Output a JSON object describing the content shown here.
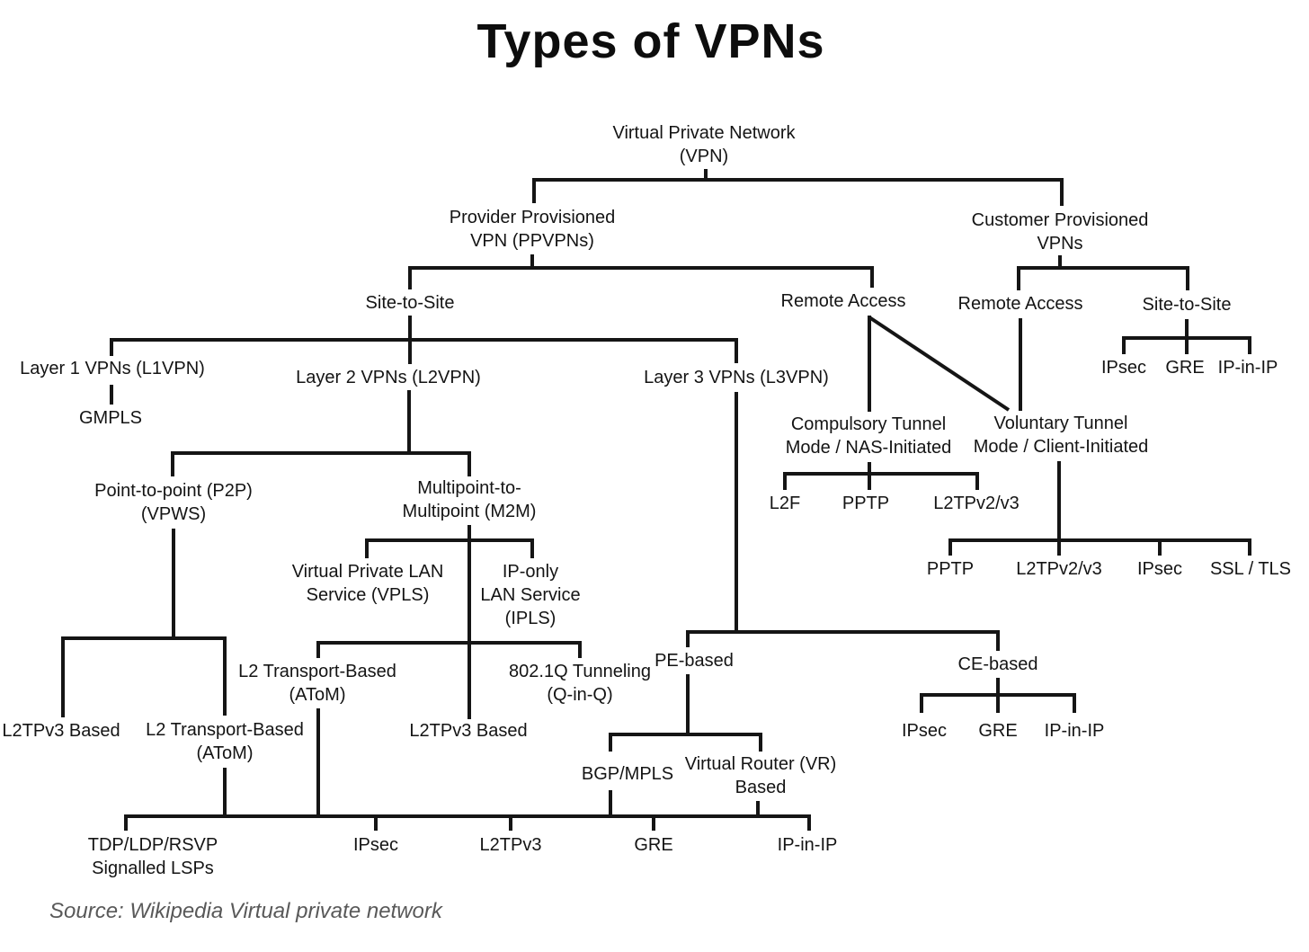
{
  "title": "Types of VPNs",
  "source_note": "Source: Wikipedia Virtual private network",
  "colors": {
    "line": "#151515",
    "text": "#141414",
    "source_text": "#595959",
    "background": "#ffffff"
  },
  "nodes": {
    "vpn": {
      "lines": [
        "Virtual Private Network",
        "(VPN)"
      ]
    },
    "provider_provisioned": {
      "lines": [
        "Provider Provisioned",
        "VPN (PPVPNs)"
      ]
    },
    "customer_provisioned": {
      "lines": [
        "Customer Provisioned",
        "VPNs"
      ]
    },
    "site_to_site_provider": {
      "lines": [
        "Site-to-Site"
      ]
    },
    "remote_access_provider": {
      "lines": [
        "Remote Access"
      ]
    },
    "remote_access_customer": {
      "lines": [
        "Remote Access"
      ]
    },
    "site_to_site_customer": {
      "lines": [
        "Site-to-Site"
      ]
    },
    "layer1": {
      "lines": [
        "Layer 1 VPNs (L1VPN)"
      ]
    },
    "layer2": {
      "lines": [
        "Layer 2 VPNs (L2VPN)"
      ]
    },
    "layer3": {
      "lines": [
        "Layer 3 VPNs (L3VPN)"
      ]
    },
    "gmpls": {
      "lines": [
        "GMPLS"
      ]
    },
    "p2p": {
      "lines": [
        "Point-to-point (P2P)",
        "(VPWS)"
      ]
    },
    "m2m": {
      "lines": [
        "Multipoint-to-",
        "Multipoint (M2M)"
      ]
    },
    "compulsory": {
      "lines": [
        "Compulsory Tunnel",
        "Mode / NAS-Initiated"
      ]
    },
    "voluntary": {
      "lines": [
        "Voluntary Tunnel",
        "Mode / Client-Initiated"
      ]
    },
    "vpls": {
      "lines": [
        "Virtual Private LAN",
        "Service (VPLS)"
      ]
    },
    "ipls": {
      "lines": [
        "IP-only",
        "LAN Service",
        "(IPLS)"
      ]
    },
    "atom_vpls": {
      "lines": [
        "L2 Transport-Based",
        "(AToM)"
      ]
    },
    "qinq": {
      "lines": [
        "802.1Q Tunneling",
        "(Q-in-Q)"
      ]
    },
    "l2tpv3_p2p": {
      "lines": [
        "L2TPv3 Based"
      ]
    },
    "atom_p2p": {
      "lines": [
        "L2 Transport-Based",
        "(AToM)"
      ]
    },
    "l2tpv3_ipls": {
      "lines": [
        "L2TPv3 Based"
      ]
    },
    "pe_based": {
      "lines": [
        "PE-based"
      ]
    },
    "ce_based": {
      "lines": [
        "CE-based"
      ]
    },
    "bgp_mpls": {
      "lines": [
        "BGP/MPLS"
      ]
    },
    "vr_based": {
      "lines": [
        "Virtual Router (VR)",
        "Based"
      ]
    },
    "l2f": {
      "lines": [
        "L2F"
      ]
    },
    "pptp_compulsory": {
      "lines": [
        "PPTP"
      ]
    },
    "l2tpv2_compulsory": {
      "lines": [
        "L2TPv2/v3"
      ]
    },
    "pptp_voluntary": {
      "lines": [
        "PPTP"
      ]
    },
    "l2tpv2_voluntary": {
      "lines": [
        "L2TPv2/v3"
      ]
    },
    "ipsec_voluntary": {
      "lines": [
        "IPsec"
      ]
    },
    "ssl_tls": {
      "lines": [
        "SSL / TLS"
      ]
    },
    "ipsec_s2s_customer": {
      "lines": [
        "IPsec"
      ]
    },
    "gre_s2s_customer": {
      "lines": [
        "GRE"
      ]
    },
    "ipinip_s2s_customer": {
      "lines": [
        "IP-in-IP"
      ]
    },
    "ipsec_ce": {
      "lines": [
        "IPsec"
      ]
    },
    "gre_ce": {
      "lines": [
        "GRE"
      ]
    },
    "ipinip_ce": {
      "lines": [
        "IP-in-IP"
      ]
    },
    "tdp_ldp_rsvp": {
      "lines": [
        "TDP/LDP/RSVP",
        "Signalled LSPs"
      ]
    },
    "ipsec_bottom": {
      "lines": [
        "IPsec"
      ]
    },
    "l2tpv3_bottom": {
      "lines": [
        "L2TPv3"
      ]
    },
    "gre_bottom": {
      "lines": [
        "GRE"
      ]
    },
    "ipinip_bottom": {
      "lines": [
        "IP-in-IP"
      ]
    }
  }
}
